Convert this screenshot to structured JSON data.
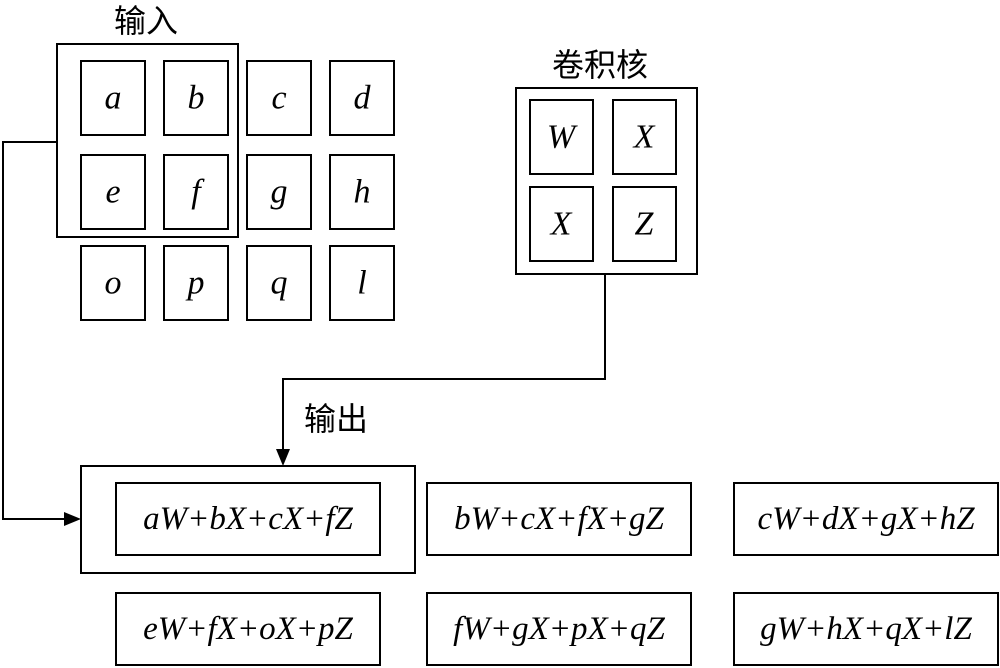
{
  "labels": {
    "input": "输入",
    "kernel": "卷积核",
    "output": "输出"
  },
  "input_cells": [
    [
      "a",
      "b",
      "c",
      "d"
    ],
    [
      "e",
      "f",
      "g",
      "h"
    ],
    [
      "o",
      "p",
      "q",
      "l"
    ]
  ],
  "kernel_cells": [
    [
      "W",
      "X"
    ],
    [
      "X",
      "Z"
    ]
  ],
  "output_cells": [
    [
      "aW+bX+cX+fZ",
      "bW+cX+fX+gZ",
      "cW+dX+gX+hZ"
    ],
    [
      "eW+fX+oX+pZ",
      "fW+gX+pX+qZ",
      "gW+hX+qX+lZ"
    ]
  ]
}
